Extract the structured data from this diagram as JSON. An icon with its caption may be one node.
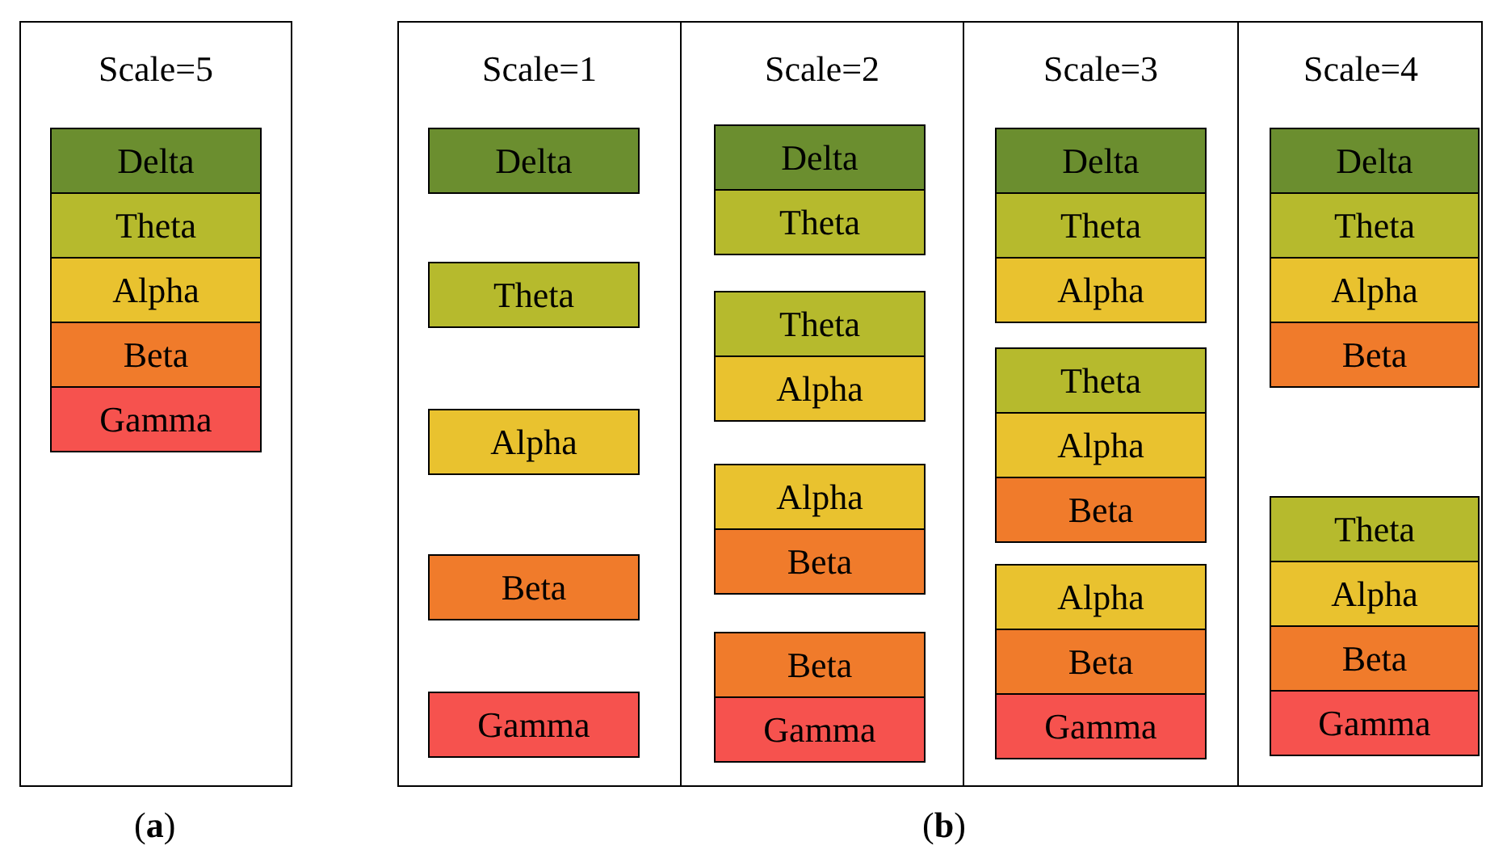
{
  "diagram": {
    "nodes": [
      {
        "text": [
          "Scale=5"
        ]
      },
      {
        "text": [
          "Delta"
        ],
        "in": 0
      },
      {
        "text": [
          "Theta"
        ],
        "in": 0
      },
      {
        "text": [
          "Alpha"
        ],
        "in": 0
      },
      {
        "text": [
          "Beta"
        ],
        "in": 0
      },
      {
        "text": [
          "Gamma"
        ],
        "in": 0
      },
      {
        "text": [],
        "shape": "box"
      },
      {
        "text": [
          "Scale=1"
        ],
        "in": 6
      },
      {
        "text": [
          "Delta"
        ],
        "in": 7
      },
      {
        "text": [
          "Theta"
        ],
        "in": 7
      },
      {
        "text": [
          "Alpha"
        ],
        "in": 7
      },
      {
        "text": [
          "Beta"
        ],
        "in": 7
      },
      {
        "text": [
          "Gamma"
        ],
        "in": 7
      },
      {
        "text": [
          "Scale=2"
        ],
        "in": 6
      },
      {
        "text": [
          "Delta"
        ],
        "in": 13
      },
      {
        "text": [
          "Theta"
        ],
        "in": 13
      },
      {
        "text": [
          "Theta"
        ],
        "in": 13
      },
      {
        "text": [
          "Alpha"
        ],
        "in": 13
      },
      {
        "text": [
          "Alpha"
        ],
        "in": 13
      },
      {
        "text": [
          "Beta"
        ],
        "in": 13
      },
      {
        "text": [
          "Beta"
        ],
        "in": 13
      },
      {
        "text": [
          "Gamma"
        ],
        "in": 13
      },
      {
        "text": [
          "Scale=3"
        ],
        "in": 6
      },
      {
        "text": [
          "Delta"
        ],
        "in": 22
      },
      {
        "text": [
          "Theta"
        ],
        "in": 22
      },
      {
        "text": [
          "Alpha"
        ],
        "in": 22
      },
      {
        "text": [
          "Theta"
        ],
        "in": 22
      },
      {
        "text": [
          "Alpha"
        ],
        "in": 22
      },
      {
        "text": [
          "Beta"
        ],
        "in": 22
      },
      {
        "text": [
          "Alpha"
        ],
        "in": 22
      },
      {
        "text": [
          "Beta"
        ],
        "in": 22
      },
      {
        "text": [
          "Gamma"
        ],
        "in": 22
      },
      {
        "text": [
          "Scale=4"
        ],
        "in": 6
      },
      {
        "text": [
          "Delta"
        ],
        "in": 32
      },
      {
        "text": [
          "Theta"
        ],
        "in": 32
      },
      {
        "text": [
          "Alpha"
        ],
        "in": 32
      },
      {
        "text": [
          "Beta"
        ],
        "in": 32
      },
      {
        "text": [
          "Theta"
        ],
        "in": 32
      },
      {
        "text": [
          "Alpha"
        ],
        "in": 32
      },
      {
        "text": [
          "Beta"
        ],
        "in": 32
      },
      {
        "text": [
          "Gamma"
        ],
        "in": 32
      }
    ],
    "edges": [],
    "labels": [
      "(**a**)",
      "(**b**)"
    ]
  }
}
